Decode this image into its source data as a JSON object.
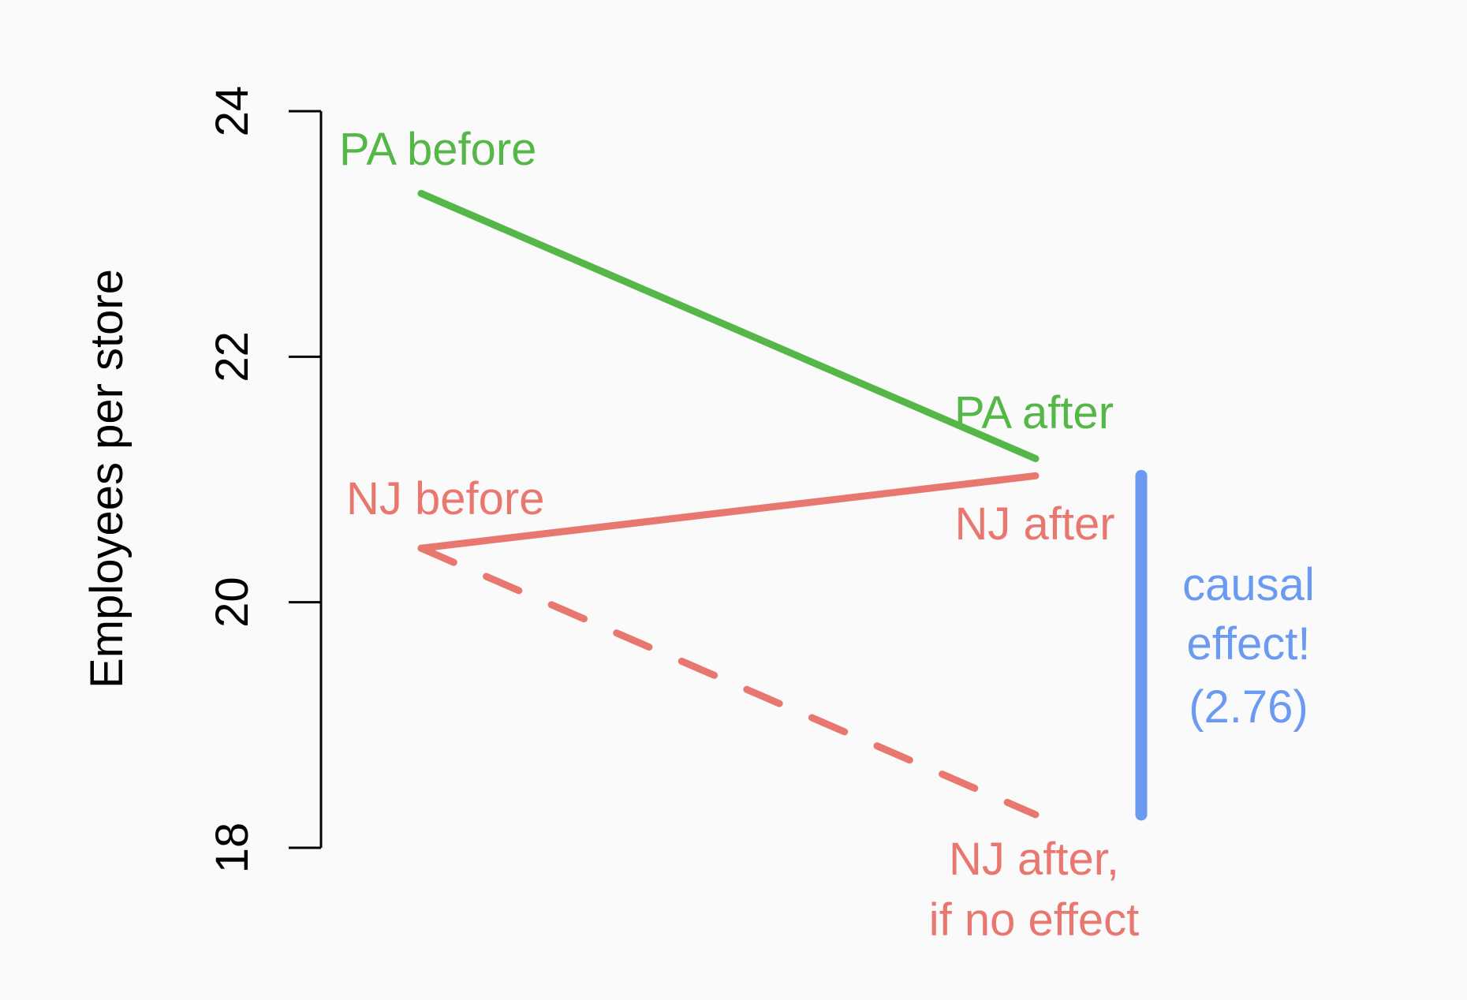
{
  "chart_data": {
    "type": "line",
    "title": "",
    "xlabel": "",
    "ylabel": "Employees per store",
    "ylim": [
      18,
      24
    ],
    "yticks": [
      "18",
      "20",
      "22",
      "24"
    ],
    "grid": false,
    "x": [
      "before",
      "after"
    ],
    "series": [
      {
        "name": "PA",
        "values": [
          23.33,
          21.17
        ],
        "color": "#55b748",
        "style": "solid",
        "labels": [
          "PA before",
          "PA after"
        ]
      },
      {
        "name": "NJ",
        "values": [
          20.44,
          21.03
        ],
        "color": "#e8786f",
        "style": "solid",
        "labels": [
          "NJ before",
          "NJ after"
        ]
      },
      {
        "name": "NJ counterfactual",
        "values": [
          20.44,
          18.27
        ],
        "color": "#e8786f",
        "style": "dashed",
        "labels": [
          "NJ after,",
          "if no effect"
        ]
      }
    ],
    "annotation": {
      "lines": [
        "causal",
        "effect!",
        "(2.76)"
      ],
      "value": 2.76,
      "range": [
        18.27,
        21.03
      ],
      "color": "#6b9af0"
    }
  }
}
